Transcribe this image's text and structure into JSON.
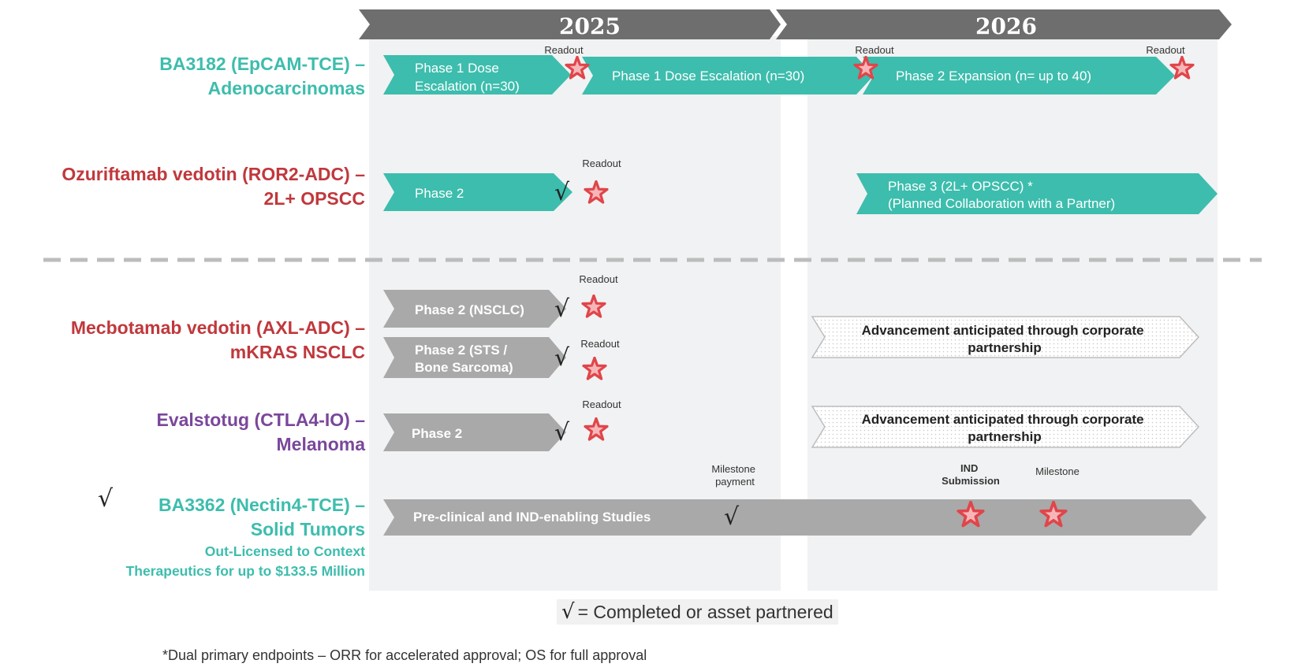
{
  "years": [
    "2025",
    "2026"
  ],
  "rows": {
    "ba3182": {
      "title_line1": "BA3182 (EpCAM-TCE) –",
      "title_line2": "Adenocarcinomas",
      "bar1_line1": "Phase 1 Dose",
      "bar1_line2": "Escalation (n=30)",
      "bar2": "Phase 1 Dose Escalation (n=30)",
      "bar3": "Phase 2 Expansion (n= up to 40)",
      "readout": "Readout"
    },
    "ozuriftamab": {
      "title_line1": "Ozuriftamab vedotin (ROR2-ADC) –",
      "title_line2": "2L+ OPSCC",
      "bar1": "Phase 2",
      "bar2_line1": "Phase 3 (2L+ OPSCC) *",
      "bar2_line2": "(Planned Collaboration with a Partner)",
      "readout": "Readout"
    },
    "mecbotamab": {
      "title_line1": "Mecbotamab vedotin (AXL-ADC) –",
      "title_line2": "mKRAS NSCLC",
      "bar1": "Phase 2 (NSCLC)",
      "bar2_line1": "Phase 2 (STS /",
      "bar2_line2": "Bone Sarcoma)",
      "partner_line1": "Advancement anticipated through corporate",
      "partner_line2": "partnership",
      "readout": "Readout"
    },
    "evalstotug": {
      "title_line1": "Evalstotug (CTLA4-IO) –",
      "title_line2": "Melanoma",
      "bar1": "Phase 2",
      "partner_line1": "Advancement anticipated through corporate",
      "partner_line2": "partnership",
      "readout": "Readout"
    },
    "ba3362": {
      "title_line1": "BA3362 (Nectin4-TCE) –",
      "title_line2": "Solid Tumors",
      "note_line1": "Out-Licensed to Context",
      "note_line2": "Therapeutics for up to $133.5 Million",
      "bar": "Pre-clinical and IND-enabling Studies",
      "milestone_payment_line1": "Milestone",
      "milestone_payment_line2": "payment",
      "ind_line1": "IND",
      "ind_line2": "Submission",
      "milestone": "Milestone"
    }
  },
  "check_glyph": "√",
  "legend": "= Completed or asset partnered",
  "footnote": "*Dual primary endpoints – ORR for accelerated approval; OS for full approval",
  "colors": {
    "teal_bar": "#3dbdad",
    "gray_bar": "#a9a9a9",
    "year_bar": "#6e6e6e",
    "panel": "#f1f2f3",
    "star": "#e0454a",
    "star_fill": "#f6b6b8",
    "teal_text": "#3dbdad",
    "red_text": "#c0383c",
    "purple_text": "#7a479b"
  }
}
